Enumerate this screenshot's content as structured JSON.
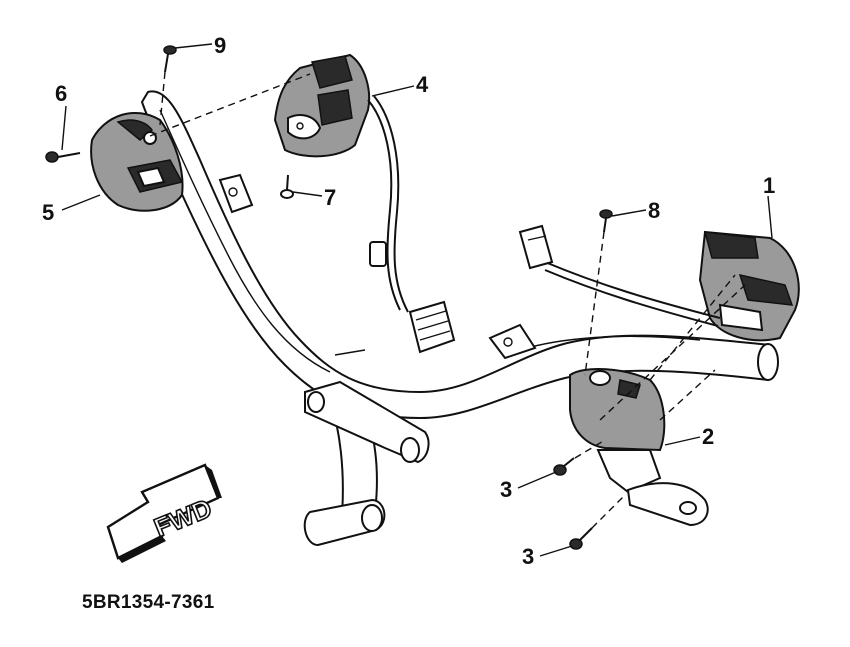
{
  "diagram": {
    "callouts": {
      "c1": "1",
      "c2": "2",
      "c3a": "3",
      "c3b": "3",
      "c4": "4",
      "c5": "5",
      "c6": "6",
      "c7": "7",
      "c8": "8",
      "c9": "9"
    },
    "fwd_label": "FWD",
    "part_code": "5BR1354-7361"
  }
}
